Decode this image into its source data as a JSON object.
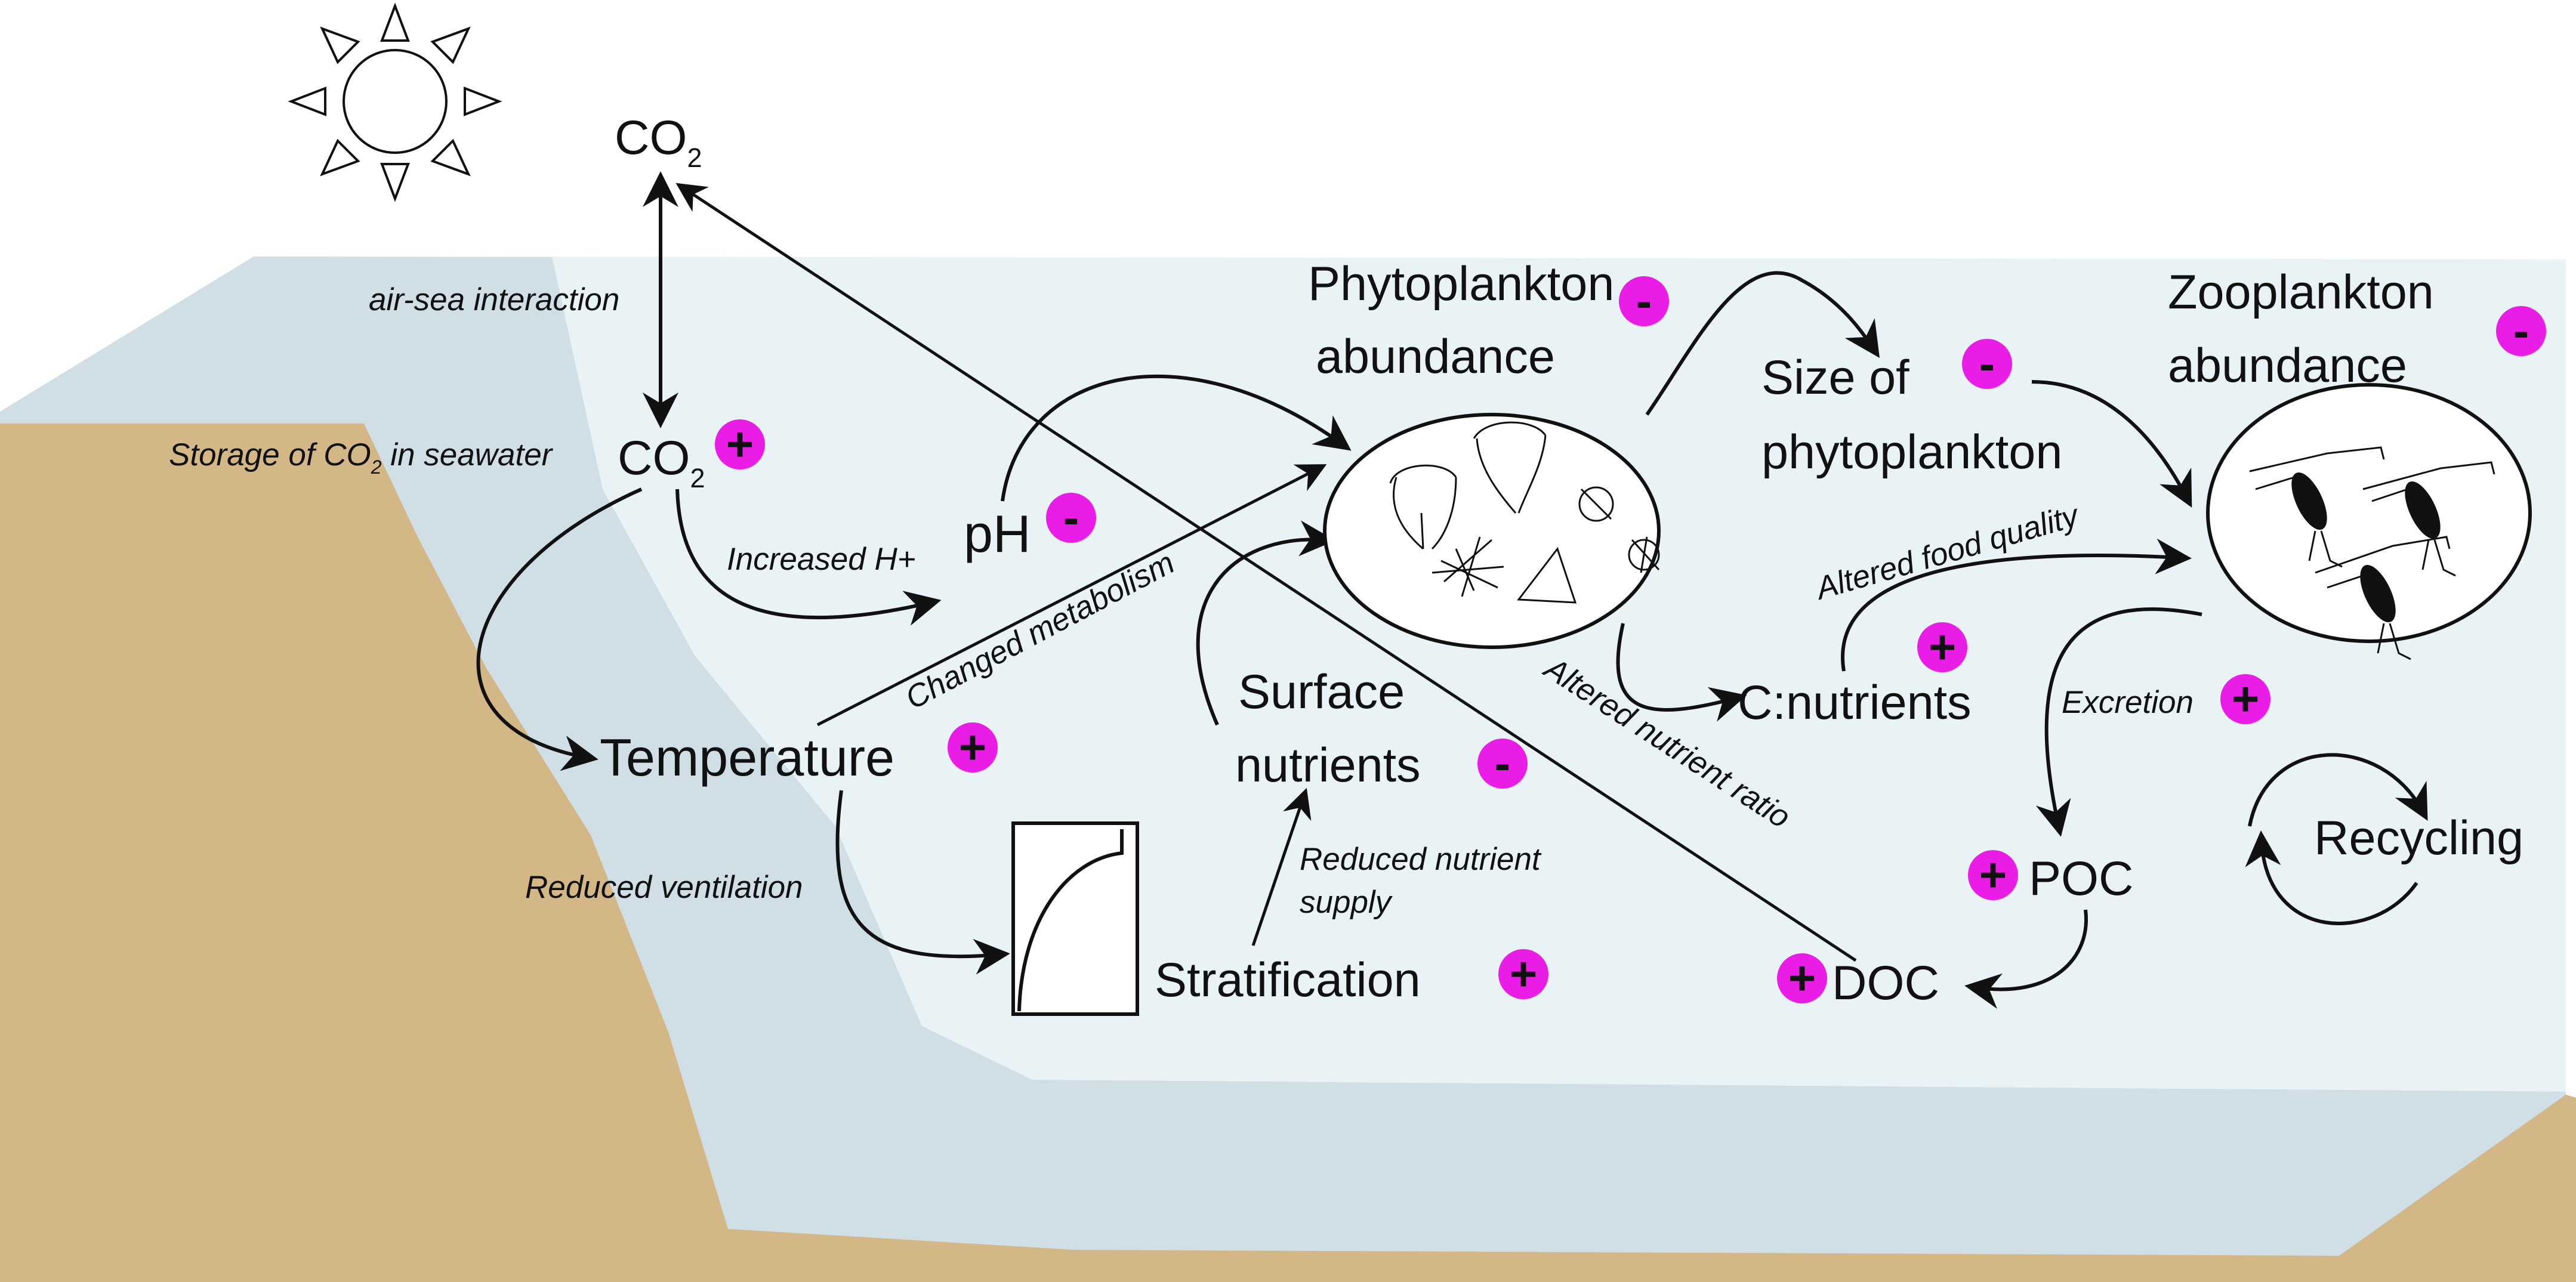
{
  "colors": {
    "sky": "#ffffff",
    "water_back": "#cfdfe5",
    "water_front": "#e9f3f5",
    "seabed": "#d3b787",
    "badge": "#e91de6",
    "ink": "#111111"
  },
  "nodes": {
    "co2_air": "CO",
    "co2_air_sub": "2",
    "co2_sea": "CO",
    "co2_sea_sub": "2",
    "ph": "pH",
    "temperature": "Temperature",
    "stratification": "Stratification",
    "surface_nutrients_1": "Surface",
    "surface_nutrients_2": "nutrients",
    "phyto_abundance_1": "Phytoplankton",
    "phyto_abundance_2": "abundance",
    "size_phyto_1": "Size of",
    "size_phyto_2": "phytoplankton",
    "c_nutrients": "C:nutrients",
    "zoo_abundance_1": "Zooplankton",
    "zoo_abundance_2": "abundance",
    "poc": "POC",
    "doc": "DOC",
    "recycling": "Recycling"
  },
  "processes": {
    "air_sea": "air-sea interaction",
    "storage_1": "Storage of CO",
    "storage_sub": "2",
    "storage_2": " in seawater",
    "increased_h": "Increased H+",
    "changed_metabolism": "Changed metabolism",
    "reduced_ventilation": "Reduced ventilation",
    "reduced_supply_1": "Reduced nutrient",
    "reduced_supply_2": "supply",
    "altered_ratio": "Altered nutrient ratio",
    "altered_food": "Altered food quality",
    "excretion": "Excretion"
  },
  "badges": {
    "co2_sea": "+",
    "ph": "-",
    "temperature": "+",
    "stratification": "+",
    "surface_nutrients": "-",
    "phyto_abundance": "-",
    "size_phyto": "-",
    "c_nutrients": "+",
    "zoo_abundance": "-",
    "excretion": "+",
    "poc": "+",
    "doc": "+"
  }
}
